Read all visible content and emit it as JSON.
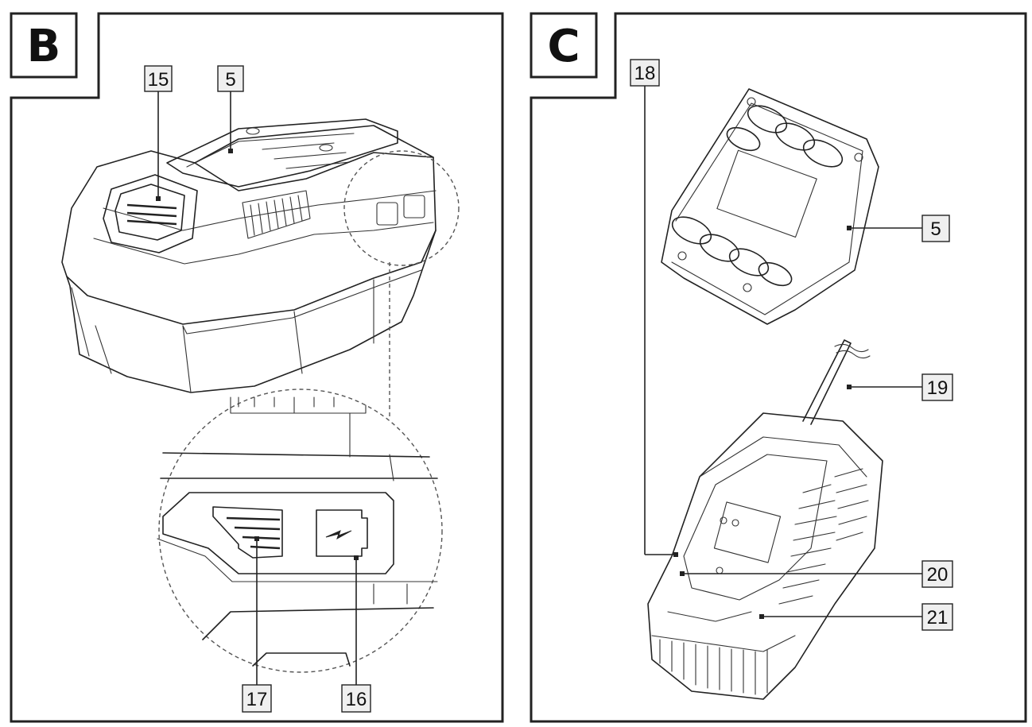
{
  "panels": [
    {
      "id": "B",
      "letter": "B"
    },
    {
      "id": "C",
      "letter": "C"
    }
  ],
  "callouts": {
    "c15": "15",
    "c5b": "5",
    "c17": "17",
    "c16": "16",
    "c18": "18",
    "c5c": "5",
    "c19": "19",
    "c20": "20",
    "c21": "21"
  },
  "icons": {
    "battery_level": "battery-level-icon",
    "charge_status": "charge-status-icon"
  },
  "colors": {
    "line": "#222222",
    "label_fill": "#efefef",
    "background": "#ffffff"
  }
}
